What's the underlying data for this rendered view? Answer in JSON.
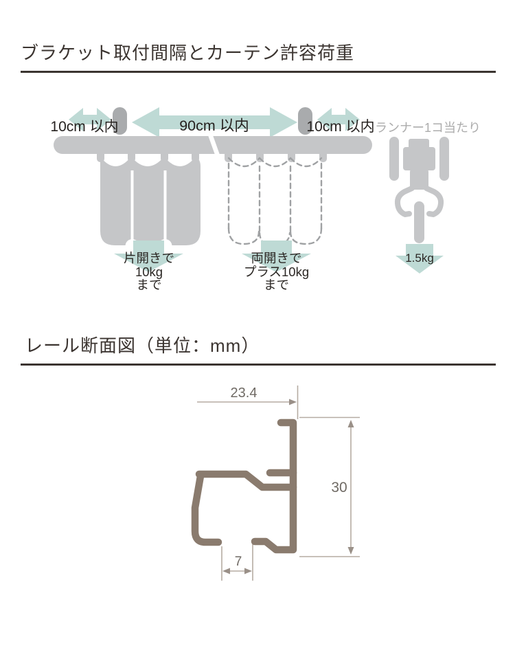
{
  "page": {
    "background": "#ffffff"
  },
  "section_bracket": {
    "title": "ブラケット取付間隔とカーテン許容荷重",
    "spacing_left": "10cm 以内",
    "spacing_center": "90cm 以内",
    "spacing_right": "10cm 以内",
    "runner_caption": "ランナー1コ当たり",
    "runner_load": "1.5kg",
    "single_open_lines": [
      "片開きで",
      "10kg",
      "まで"
    ],
    "double_open_lines": [
      "両開きで",
      "プラス10kg",
      "まで"
    ]
  },
  "section_rail": {
    "title": "レール断面図（単位：mm）",
    "dim_width": "23.4",
    "dim_height": "30",
    "dim_slot": "7"
  },
  "colors": {
    "accent_teal": "#bedad5",
    "diagram_gray": "#c5c6c8",
    "bracket_gray": "#a9abad",
    "dashed_curtain_gray": "#9fa1a3",
    "profile_brown": "#8a7b6e",
    "dimension_line": "#b5aba2",
    "dimension_arrow": "#9a9088",
    "title_text": "#3b3430",
    "label_text": "#262220",
    "caption_text": "#acacac",
    "dimension_text": "#6f6a64"
  }
}
